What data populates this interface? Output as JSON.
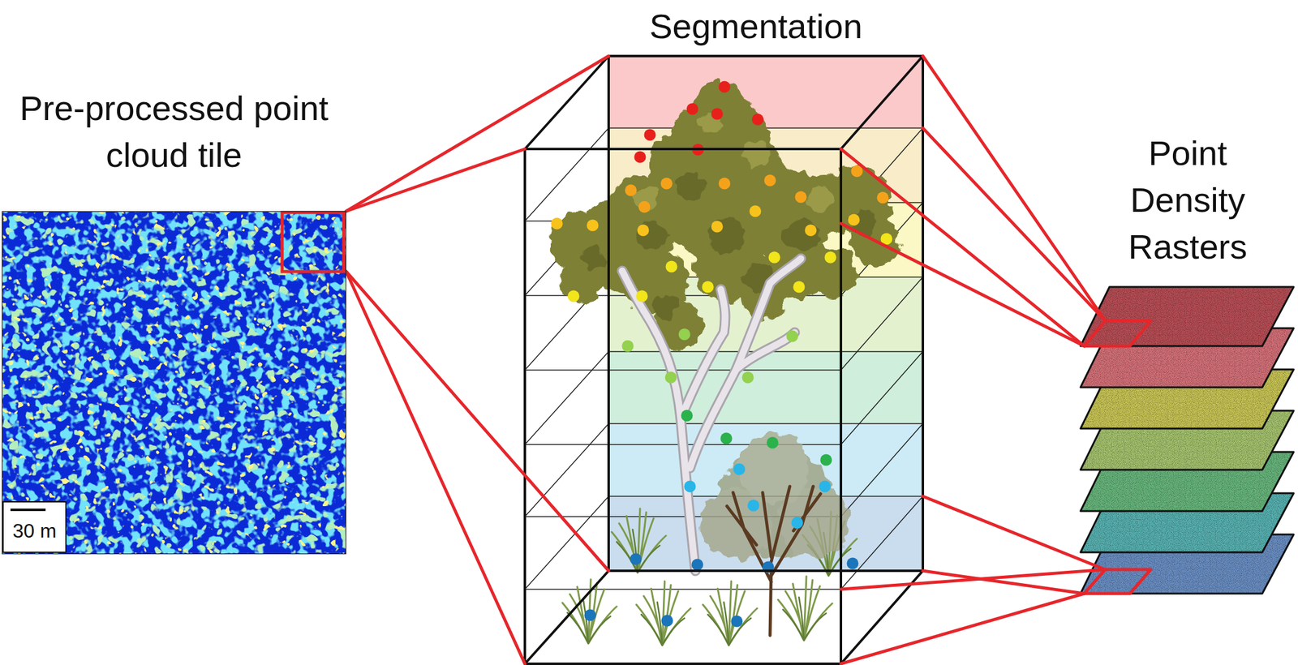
{
  "diagram": {
    "nodes": [
      {
        "text": [
          "Pre-processed point cloud tile"
        ]
      },
      {
        "text": [
          "30 m"
        ],
        "in": 0
      },
      {
        "text": [
          "Segmentation"
        ]
      },
      {
        "text": [
          "Point Density Rasters"
        ]
      }
    ],
    "edges": [
      {
        "from": 0,
        "to": 2,
        "arrow": "none"
      },
      {
        "from": 2,
        "to": 3,
        "arrow": "none"
      }
    ]
  }
}
